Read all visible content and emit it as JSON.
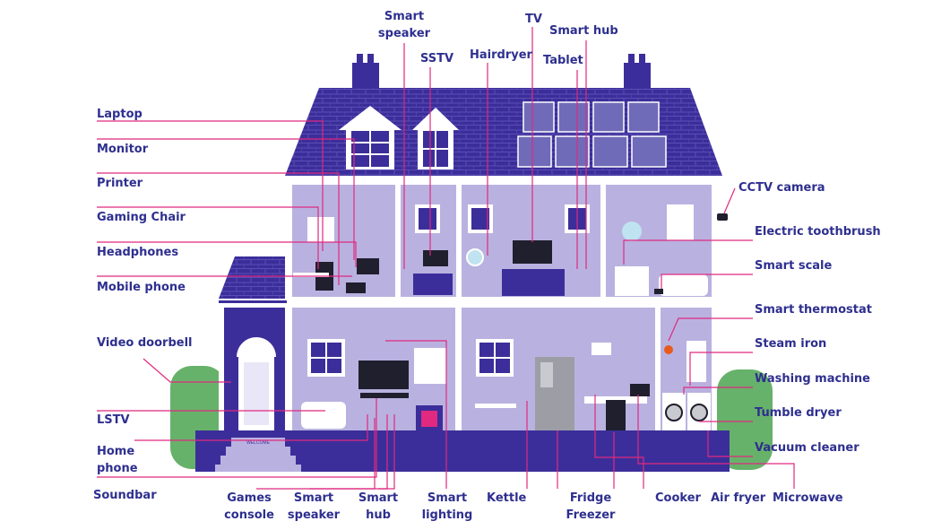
{
  "labels": {
    "laptop": "Laptop",
    "monitor": "Monitor",
    "printer": "Printer",
    "gaming_chair": "Gaming Chair",
    "headphones": "Headphones",
    "mobile_phone": "Mobile phone",
    "video_doorbell": "Video doorbell",
    "lstv": "LSTV",
    "home_phone": [
      "Home",
      "phone"
    ],
    "soundbar": "Soundbar",
    "smart_speaker_top": [
      "Smart",
      "speaker"
    ],
    "sstv": "SSTV",
    "hairdryer": "Hairdryer",
    "tv": "TV",
    "tablet": "Tablet",
    "smart_hub_top": "Smart hub",
    "cctv_camera": "CCTV camera",
    "electric_toothbrush": "Electric toothbrush",
    "smart_scale": "Smart scale",
    "smart_thermostat": "Smart thermostat",
    "steam_iron": "Steam iron",
    "washing_machine": "Washing machine",
    "tumble_dryer": "Tumble dryer",
    "vacuum_cleaner": "Vacuum cleaner",
    "games_console": [
      "Games",
      "console"
    ],
    "smart_speaker_bottom": [
      "Smart",
      "speaker"
    ],
    "smart_hub_bottom": [
      "Smart",
      "hub"
    ],
    "smart_lighting": [
      "Smart",
      "lighting"
    ],
    "kettle": "Kettle",
    "fridge_freezer": [
      "Fridge",
      "Freezer"
    ],
    "cooker": "Cooker",
    "air_fryer": "Air fryer",
    "microwave": "Microwave"
  },
  "house": {
    "welcome_mat": "WELCOME"
  },
  "colors": {
    "label_text": "#2e2f8f",
    "leader_line": "#e0297f",
    "roof": "#3b2e9a",
    "wall": "#b9b2e0",
    "frame": "#ffffff",
    "hedge": "#67b26a",
    "foundation": "#3b2e9a"
  }
}
